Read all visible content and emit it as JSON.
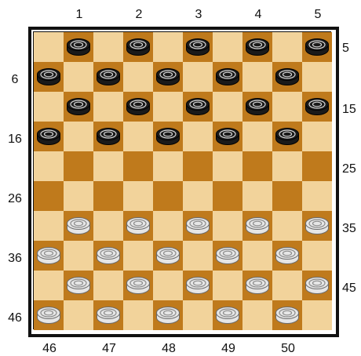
{
  "labels": {
    "top": [
      "1",
      "2",
      "3",
      "4",
      "5"
    ],
    "bottom": [
      "46",
      "47",
      "48",
      "49",
      "50"
    ],
    "left": [
      "6",
      "16",
      "26",
      "36",
      "46"
    ],
    "right": [
      "5",
      "15",
      "25",
      "35",
      "45"
    ]
  },
  "board": {
    "size": 10,
    "colors": {
      "light_square": "#f2d39b",
      "dark_square": "#bf7a1c",
      "black_piece": "#1a1a1a",
      "white_piece": "#e6e6e6"
    },
    "pieces": {
      "black": [
        1,
        2,
        3,
        4,
        5,
        6,
        7,
        8,
        9,
        10,
        11,
        12,
        13,
        14,
        15,
        16,
        17,
        18,
        19,
        20
      ],
      "white": [
        31,
        32,
        33,
        34,
        35,
        36,
        37,
        38,
        39,
        40,
        41,
        42,
        43,
        44,
        45,
        46,
        47,
        48,
        49,
        50
      ]
    }
  }
}
